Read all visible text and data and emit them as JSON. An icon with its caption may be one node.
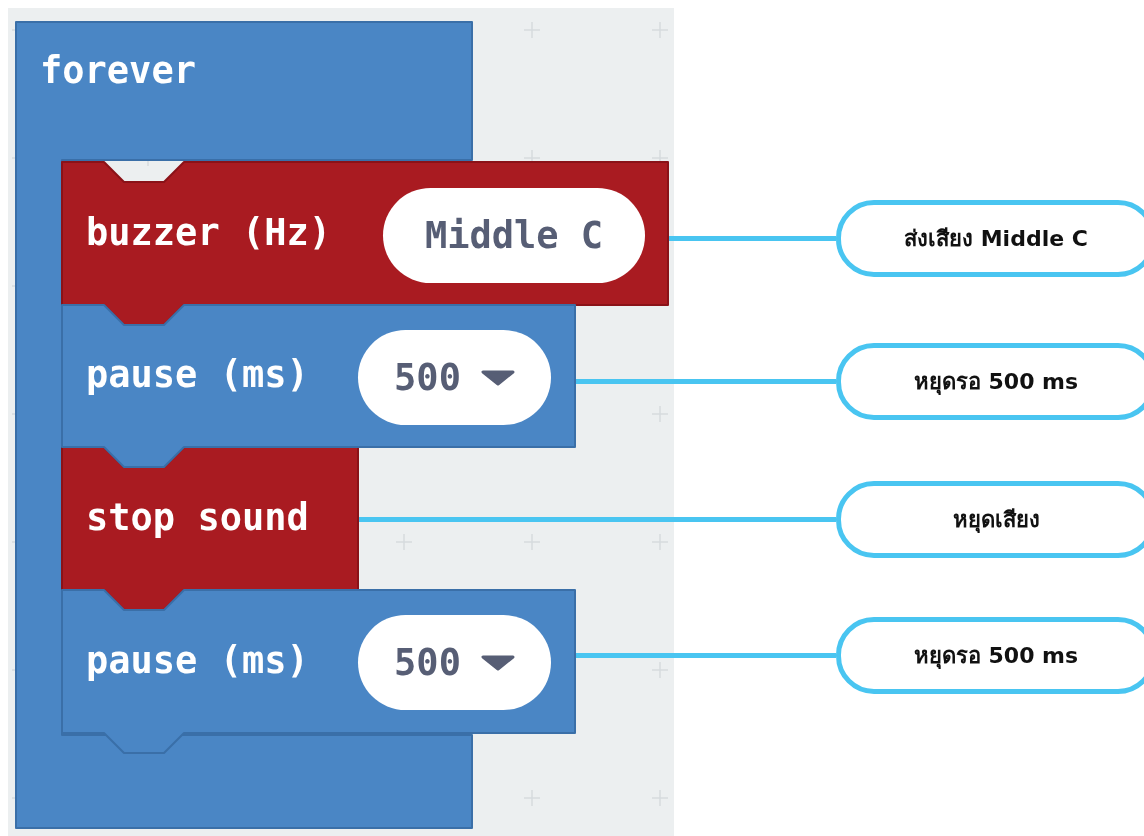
{
  "diagram": {
    "nodes": [
      {
        "text": [
          "forever"
        ]
      },
      {
        "text": [
          "buzzer (Hz)"
        ]
      },
      {
        "text": [
          "Middle C"
        ],
        "in": 1
      },
      {
        "text": [
          "pause (ms)"
        ]
      },
      {
        "text": [
          "500"
        ],
        "in": 3
      },
      {
        "text": [
          "stop sound"
        ],
        "in": 0
      },
      {
        "text": [
          "pause (ms)"
        ]
      },
      {
        "text": [
          "500"
        ],
        "in": 6
      },
      {
        "text": [
          "ส่งเสียง Middle C"
        ]
      },
      {
        "text": [
          "หยุดรอ 500 ms"
        ]
      },
      {
        "text": [
          "หยุดเสียง"
        ]
      },
      {
        "text": [
          "หยุดรอ 500 ms"
        ]
      }
    ],
    "edges": [
      {
        "from": 8,
        "to": 1,
        "arrow": "none"
      },
      {
        "from": 9,
        "to": 3,
        "arrow": "none"
      },
      {
        "from": 10,
        "to": 5,
        "arrow": "none"
      },
      {
        "from": 11,
        "to": 6,
        "arrow": "none"
      }
    ]
  }
}
